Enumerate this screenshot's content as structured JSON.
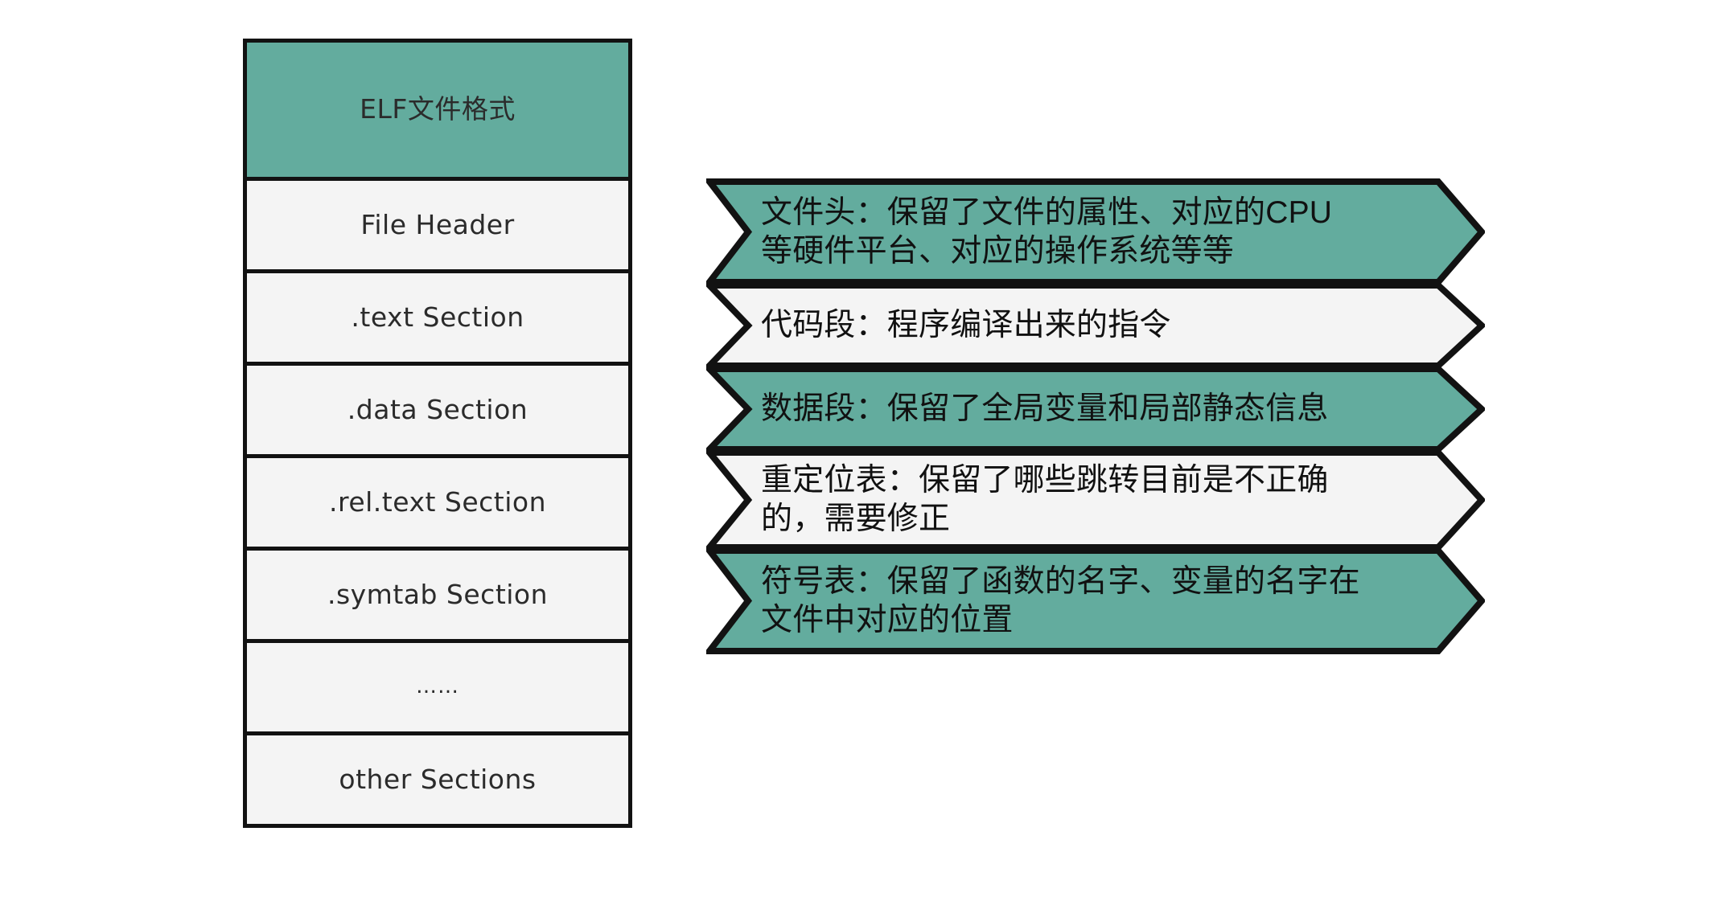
{
  "diagram": {
    "title": "ELF文件格式",
    "colors": {
      "accent_green": "#63AC9E",
      "panel_light": "#F4F4F4",
      "stroke": "#121212",
      "text_dark": "#2b2b2b",
      "background": "#ffffff"
    },
    "left_column": {
      "name": "ELF文件格式",
      "rows": [
        {
          "label": "ELF文件格式",
          "style": "accent",
          "kind": "title"
        },
        {
          "label": "File Header",
          "style": "light",
          "kind": "section"
        },
        {
          "label": ".text Section",
          "style": "light",
          "kind": "section"
        },
        {
          "label": ".data Section",
          "style": "light",
          "kind": "section"
        },
        {
          "label": ".rel.text Section",
          "style": "light",
          "kind": "section"
        },
        {
          "label": ".symtab Section",
          "style": "light",
          "kind": "section"
        },
        {
          "label": "……",
          "style": "light",
          "kind": "ellipsis"
        },
        {
          "label": "other Sections",
          "style": "light",
          "kind": "section"
        }
      ]
    },
    "right_column": {
      "banners": [
        {
          "style": "accent",
          "lines": [
            "文件头：保留了文件的属性、对应的CPU",
            "等硬件平台、对应的操作系统等等"
          ]
        },
        {
          "style": "light",
          "lines": [
            "代码段：程序编译出来的指令"
          ]
        },
        {
          "style": "accent",
          "lines": [
            "数据段：保留了全局变量和局部静态信息"
          ]
        },
        {
          "style": "light",
          "lines": [
            "重定位表：保留了哪些跳转目前是不正确",
            "的，需要修正"
          ]
        },
        {
          "style": "accent",
          "lines": [
            "符号表：保留了函数的名字、变量的名字在",
            "文件中对应的位置"
          ]
        }
      ]
    }
  }
}
